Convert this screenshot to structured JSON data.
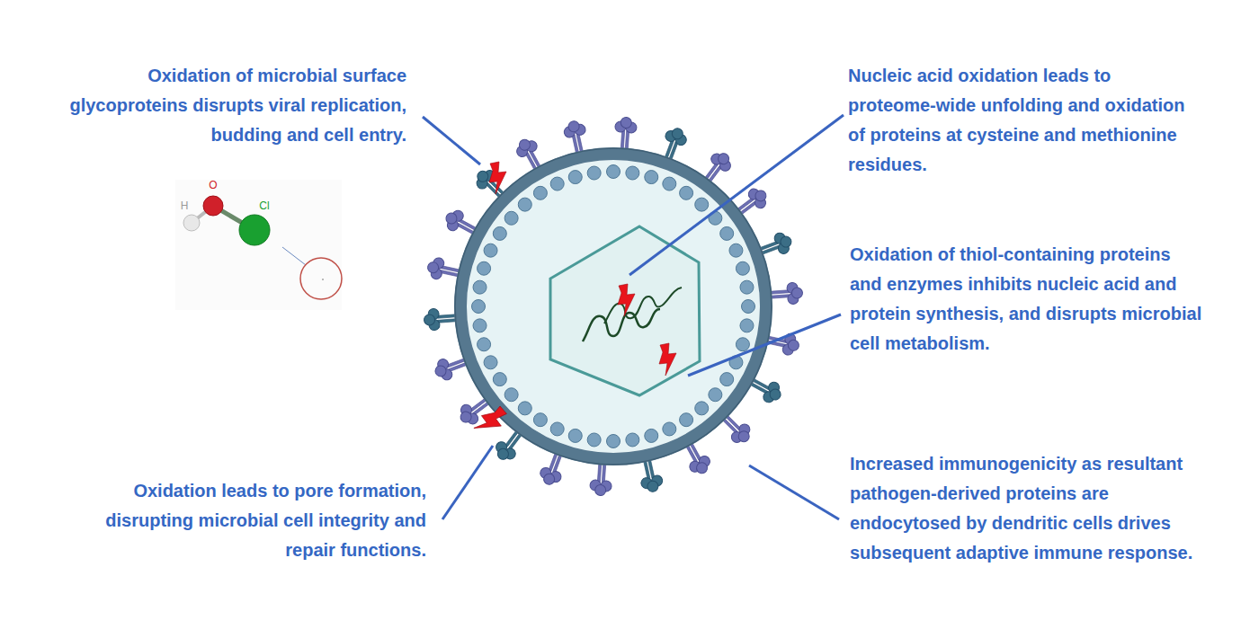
{
  "diagram": {
    "labels": [
      "Oxidation of microbial surface glycoproteins disrupts viral replication, budding and cell entry.",
      "Nucleic acid oxidation leads to proteome-wide unfolding and oxidation of proteins at cysteine and methionine residues.",
      "Oxidation of thiol-containing proteins and enzymes inhibits nucleic acid and protein synthesis, and disrupts microbial cell metabolism.",
      "Oxidation leads to pore formation, disrupting microbial cell integrity and repair functions.",
      "Increased immunogenicity as resultant pathogen-derived proteins are endocytosed by dendritic cells drives subsequent adaptive immune response.",
      "H",
      "O",
      "Cl"
    ]
  }
}
